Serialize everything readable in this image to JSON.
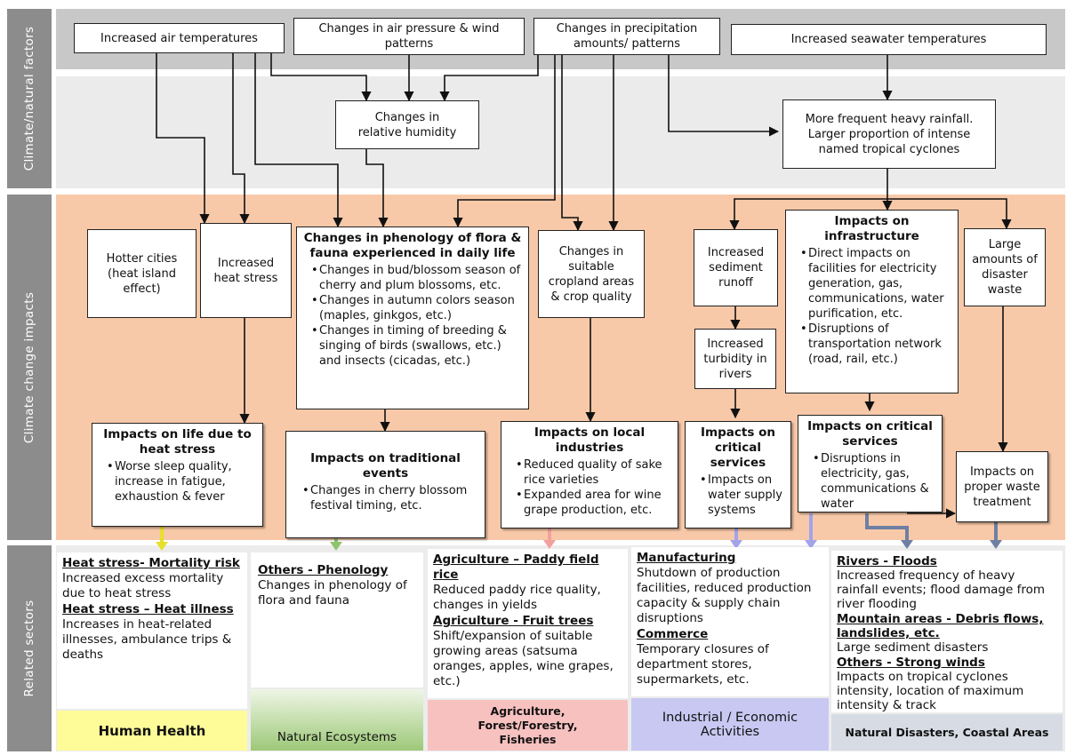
{
  "side": {
    "climate": "Climate/natural factors",
    "impacts": "Climate change impacts",
    "sectors": "Related sectors"
  },
  "top": {
    "air_temp": "Increased air temperatures",
    "air_pressure": "Changes in air pressure & wind patterns",
    "precip": "Changes in precipitation amounts/ patterns",
    "seawater": "Increased seawater temperatures",
    "humidity": "Changes in relative humidity",
    "rainfall": "More frequent heavy rainfall. Larger proportion of intense named tropical cyclones"
  },
  "impacts": {
    "hotter_cities": "Hotter cities (heat island effect)",
    "heat_stress": "Increased heat stress",
    "phenology": {
      "title": "Changes in phenology of flora & fauna experienced in daily life",
      "items": [
        "Changes in bud/blossom season of cherry and plum blossoms, etc.",
        "Changes in autumn colors season (maples, ginkgos, etc.)",
        "Changes in timing of breeding & singing of birds (swallows, etc.) and insects (cicadas, etc.)"
      ]
    },
    "cropland": "Changes in suitable cropland areas & crop quality",
    "sediment": "Increased sediment runoff",
    "turbidity": "Increased turbidity in rivers",
    "infrastructure": {
      "title": "Impacts on infrastructure",
      "items": [
        "Direct impacts on facilities for electricity generation, gas, communications, water purification, etc.",
        "Disruptions of transportation network (road, rail, etc.)"
      ]
    },
    "waste": "Large amounts of disaster waste",
    "life": {
      "title": "Impacts on life due to heat stress",
      "items": [
        "Worse sleep quality, increase in fatigue, exhaustion & fever"
      ]
    },
    "events": {
      "title": "Impacts on traditional events",
      "items": [
        "Changes in cherry blossom festival timing, etc."
      ]
    },
    "industries": {
      "title": "Impacts on local industries",
      "items": [
        "Reduced quality of sake rice varieties",
        "Expanded area for wine grape production, etc."
      ]
    },
    "critical1": {
      "title": "Impacts on critical services",
      "items": [
        "Impacts on water supply systems"
      ]
    },
    "critical2": {
      "title": "Impacts on critical services",
      "items": [
        "Disruptions in electricity, gas, communications & water"
      ]
    },
    "waste_treatment": "Impacts on proper waste treatment"
  },
  "sectors": {
    "health": {
      "entries": [
        {
          "head": "Heat stress- Mortality risk",
          "text": "Increased excess mortality due to heat stress"
        },
        {
          "head": "Heat stress – Heat illness",
          "text": "Increases in heat-related illnesses, ambulance trips & deaths"
        }
      ],
      "footer": "Human Health",
      "color": "#fefb99"
    },
    "eco": {
      "entries": [
        {
          "head": "Others - Phenology",
          "text": "Changes in phenology of flora and fauna"
        }
      ],
      "footer": "Natural Ecosystems",
      "color": "#9dc878"
    },
    "agri": {
      "entries": [
        {
          "head": "Agriculture – Paddy field rice",
          "text": "Reduced paddy rice quality, changes in yields"
        },
        {
          "head": "Agriculture - Fruit trees",
          "text": "Shift/expansion of suitable growing areas (satsuma oranges, apples, wine grapes, etc.)"
        }
      ],
      "footer": "Agriculture, Forest/Forestry, Fisheries",
      "color": "#f7c1c0"
    },
    "industrial": {
      "entries": [
        {
          "head": "Manufacturing",
          "text": "Shutdown of production facilities, reduced production capacity & supply chain disruptions"
        },
        {
          "head": "Commerce",
          "text": "Temporary closures of department stores, supermarkets, etc."
        }
      ],
      "footer": "Industrial / Economic Activities",
      "color": "#c8c8f2"
    },
    "disasters": {
      "entries": [
        {
          "head": "Rivers - Floods",
          "text": "Increased frequency of heavy rainfall events; flood damage from river flooding"
        },
        {
          "head": "Mountain areas - Debris flows, landslides, etc.",
          "text": "Large sediment disasters"
        },
        {
          "head": "Others - Strong winds",
          "text": "Impacts on tropical cyclones intensity, location of maximum intensity & track"
        }
      ],
      "footer": "Natural Disasters, Coastal Areas",
      "color": "#d6dbe4"
    }
  },
  "colors": {
    "band_top": "#c8c8c8",
    "band_mid": "#ebebeb",
    "band_impacts": "#f8c9a8",
    "band_sectors": "#ececec",
    "sidebar": "#8c8c8c"
  }
}
